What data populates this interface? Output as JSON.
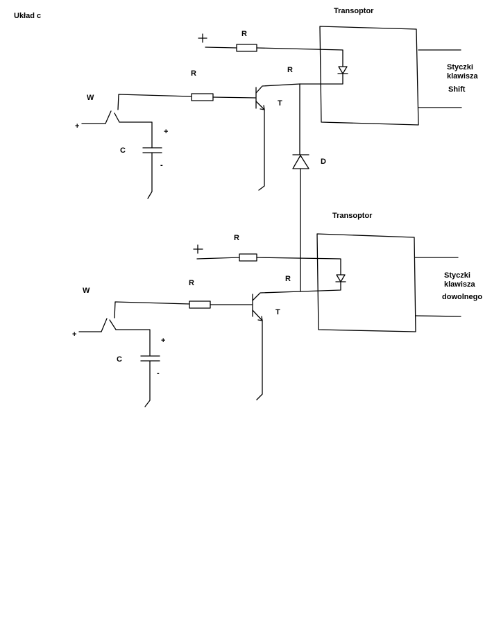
{
  "title": "Układ c",
  "colors": {
    "stroke": "#000000",
    "background": "#ffffff"
  },
  "upper": {
    "optocoupler_label": "Transoptor",
    "keys_label": [
      "Styczki",
      "klawisza",
      "Shift"
    ],
    "supply_plus": "+",
    "resistor_led": "R",
    "resistor_base": "R",
    "resistor_collector": "R",
    "transistor": "T",
    "switch": "W",
    "switch_plus": "+",
    "capacitor": "C",
    "capacitor_plus": "+",
    "capacitor_minus": "-"
  },
  "diode": "D",
  "lower": {
    "optocoupler_label": "Transoptor",
    "keys_label": [
      "Styczki",
      "klawisza",
      "dowolnego"
    ],
    "supply_plus": "+",
    "resistor_led": "R",
    "resistor_base": "R",
    "resistor_collector": "R",
    "transistor": "T",
    "switch": "W",
    "switch_plus": "+",
    "capacitor": "C",
    "capacitor_plus": "+",
    "capacitor_minus": "-"
  }
}
